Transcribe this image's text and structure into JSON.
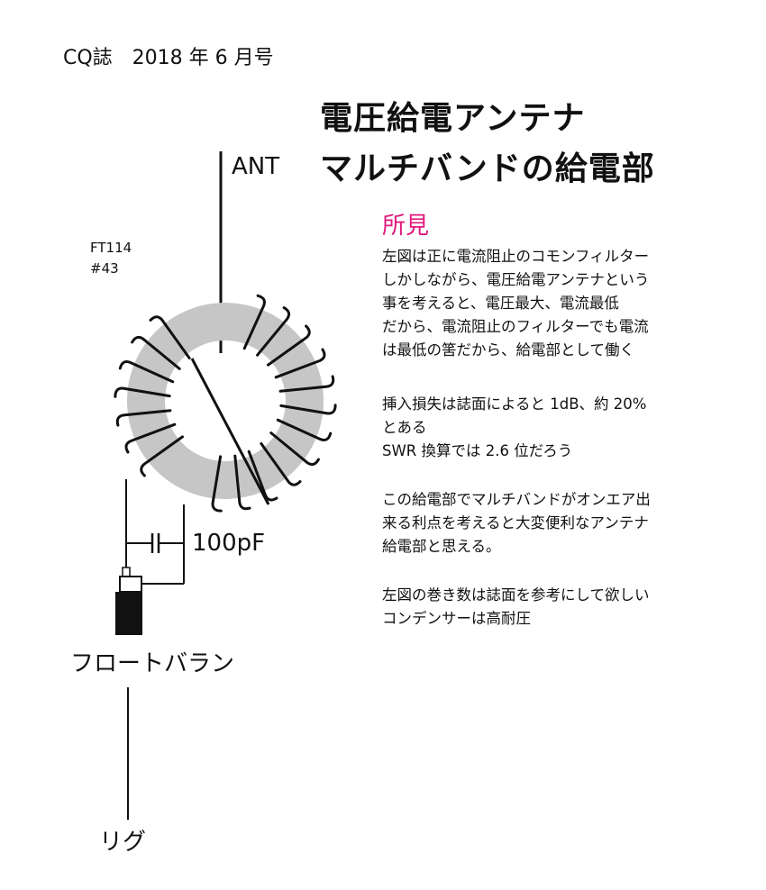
{
  "source": "CQ誌　2018 年 6 月号",
  "title": [
    "電圧給電アンテナ",
    "マルチバンドの給電部"
  ],
  "heading": "所見",
  "paragraphs": [
    [
      "左図は正に電流阻止のコモンフィルター",
      "しかしながら、電圧給電アンテナという",
      "事を考えると、電圧最大、電流最低",
      "だから、電流阻止のフィルターでも電流",
      "は最低の筈だから、給電部として働く"
    ],
    [
      "挿入損失は誌面によると 1dB、約 20%",
      "とある",
      "SWR 換算では 2.6 位だろう"
    ],
    [
      "この給電部でマルチバンドがオンエア出",
      "来る利点を考えると大変便利なアンテナ",
      "給電部と思える。"
    ],
    [
      "左図の巻き数は誌面を参考にして欲しい",
      "コンデンサーは高耐圧"
    ]
  ],
  "diagram": {
    "core_label": [
      "FT114",
      "#43"
    ],
    "ant_label": "ANT",
    "capacitor_label": "100pF",
    "balun_label": "フロートバラン",
    "rig_label": "リグ"
  },
  "colors": {
    "heading": "#e0197d",
    "core": "#c6c6c6",
    "ink": "#111111"
  }
}
